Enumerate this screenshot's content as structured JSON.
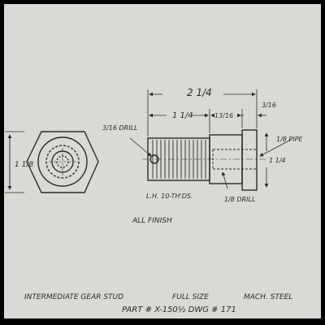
{
  "drawing": {
    "title_line1": "INTERMEDIATE GEAR STUD",
    "scale": "FULL SIZE",
    "material": "MACH. STEEL",
    "part_line": "PART # X-150½  DWG # 171",
    "note_finish": "ALL FINISH"
  },
  "dimensions": {
    "overall_length": "2 1/4",
    "hex_length": "1 1/4",
    "shoulder_length": "13/16",
    "flange_thickness": "3/16",
    "hex_across_flats": "1 1/8",
    "drill_hole": "3/16 DRILL",
    "thread": "L.H. 10-TH'DS.",
    "pipe_tap": "1/8 PIPE",
    "bore_dia": "1 1/4",
    "small_drill": "1/8 DRILL"
  },
  "colors": {
    "paper": "#d9d9d5",
    "ink": "#2a2a2a",
    "frame": "#000000"
  }
}
